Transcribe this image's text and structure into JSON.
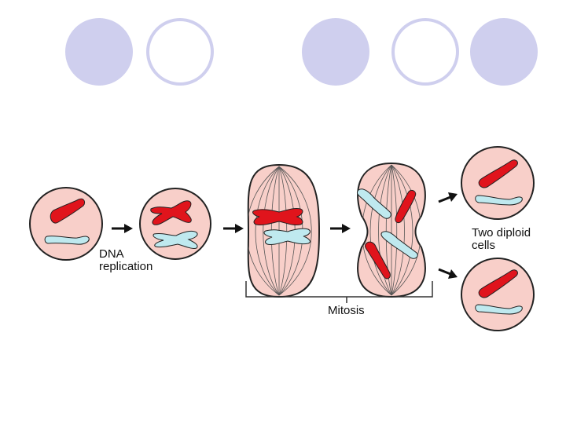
{
  "slide": {
    "decor_circles": [
      {
        "style": "filled"
      },
      {
        "style": "outline"
      },
      {
        "style": "filled"
      },
      {
        "style": "outline"
      },
      {
        "style": "filled"
      }
    ]
  },
  "diagram": {
    "labels": {
      "dna_replication_line1": "DNA",
      "dna_replication_line2": "replication",
      "two_diploid_line1": "Two diploid",
      "two_diploid_line2": "cells",
      "mitosis": "Mitosis"
    },
    "colors": {
      "cell_fill": "#f8cfc9",
      "cell_stroke": "#222222",
      "chromosome_red": "#e0141c",
      "chromosome_blue": "#bfe9ef",
      "decor_fill": "#cfcfee",
      "decor_outline": "#cfcfee",
      "spindle": "#444444"
    },
    "arrow_icon": "right-arrow-icon"
  }
}
